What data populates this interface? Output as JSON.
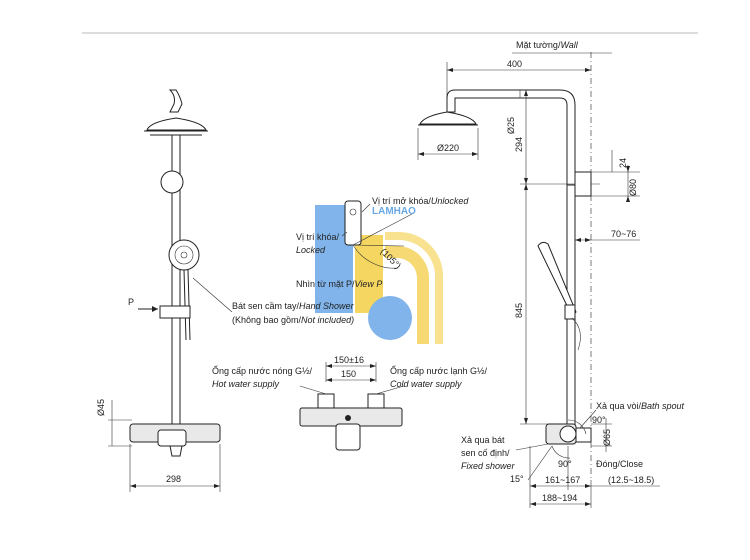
{
  "labels": {
    "wall": "Mặt tường/",
    "wall_en": "Wall",
    "unlocked": "Vị trí mở khóa/",
    "unlocked_en": "Unlocked",
    "locked": "Vị trí khóa/",
    "locked_en": "Locked",
    "view_p": "Nhìn từ mặt P/",
    "view_p_en": "View P",
    "p": "P",
    "hand_shower": "Bát sen cầm tay/",
    "hand_shower_en": "Hand Shower",
    "not_included": "(Không bao gồm/",
    "not_included_en": "Not included)",
    "hot_water": "Ống cấp nước nóng G½/",
    "hot_water_en": "Hot water supply",
    "cold_water": "Ống cấp nước lạnh G½/",
    "cold_water_en": "Cold water supply",
    "bath_spout": "Xả qua vòi/",
    "bath_spout_en": "Bath spout",
    "fixed_1": "Xả qua bát",
    "fixed_2": "sen cố định/",
    "fixed_en": "Fixed shower",
    "open_close": "Đóng/Close",
    "watermark": "LAMHAO"
  },
  "dimensions": {
    "d400": "400",
    "d25": "Ø25",
    "d220": "Ø220",
    "d294": "294",
    "d24": "24",
    "d80": "Ø80",
    "d7076": "70~76",
    "d845": "845",
    "d105": "(105°)",
    "d45": "Ø45",
    "d298": "298",
    "d150pm": "150±16",
    "d150": "150",
    "d90a": "90°",
    "d90b": "90°",
    "d65": "Ø65",
    "d15": "15°",
    "d161": "161~167",
    "d125": "(12.5~18.5)",
    "d188": "188~194"
  },
  "colors": {
    "watermark_blue": "#4f9be0",
    "watermark_yellow": "#f0c419",
    "line": "#222222"
  }
}
